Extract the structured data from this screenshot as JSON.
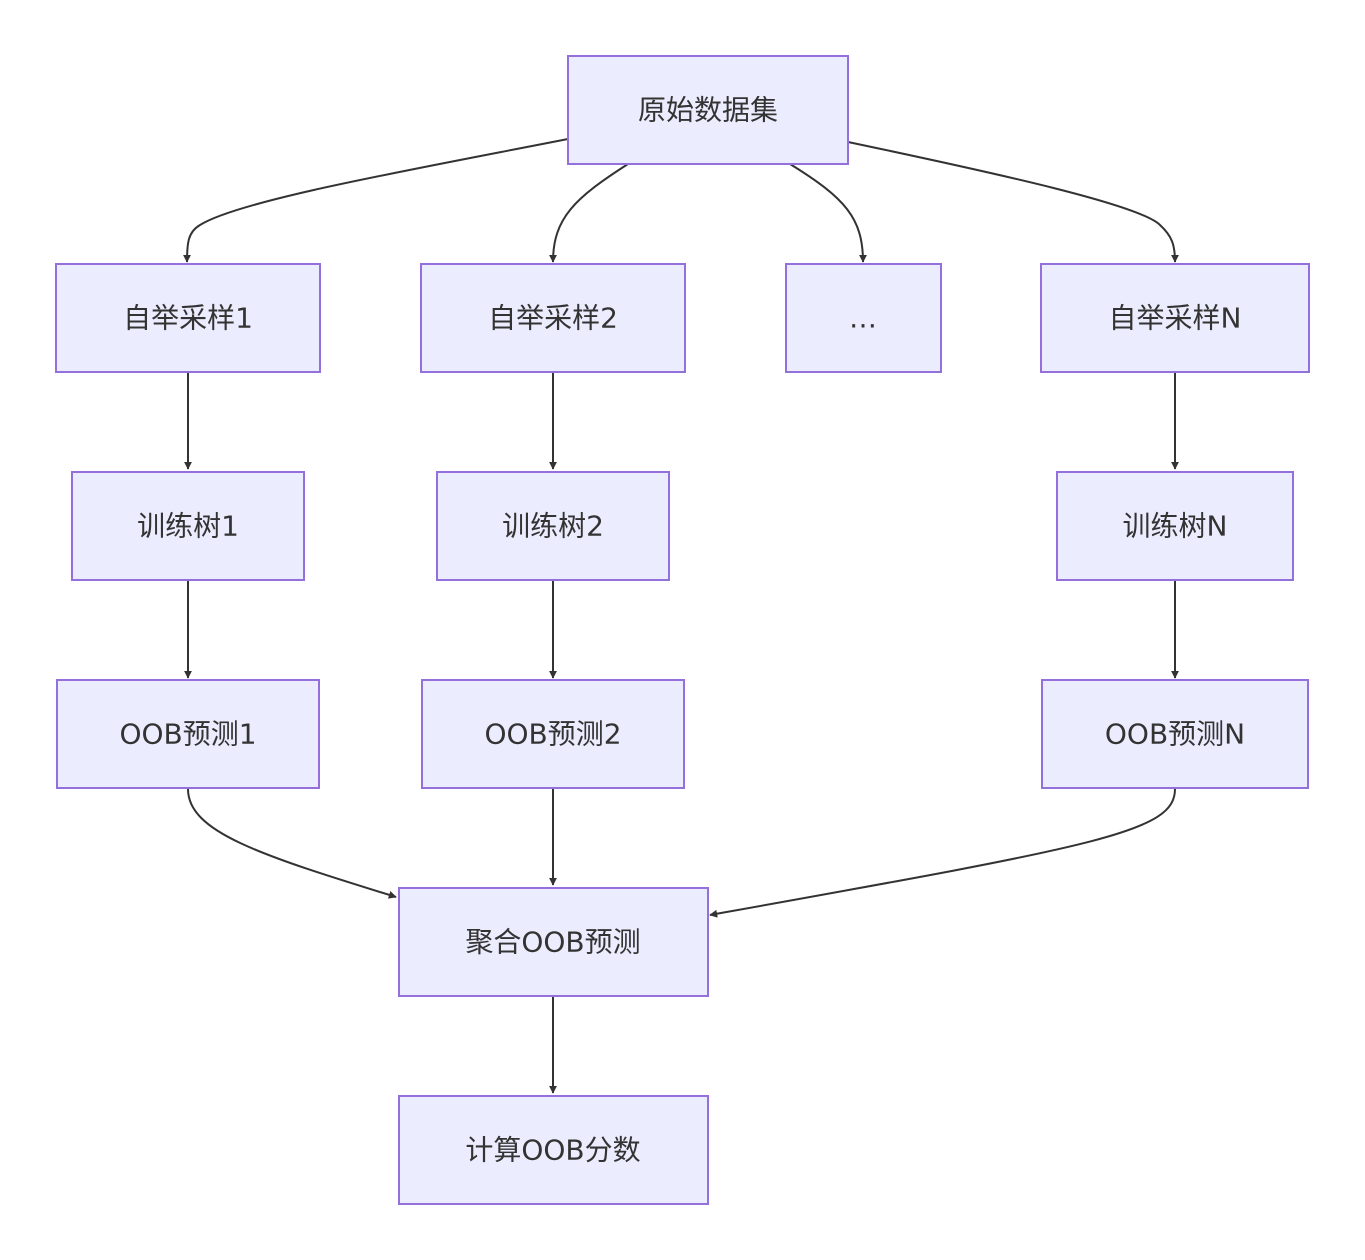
{
  "diagram": {
    "nodes": {
      "raw_dataset": "原始数据集",
      "bootstrap_1": "自举采样1",
      "bootstrap_2": "自举采样2",
      "bootstrap_ellipsis": "…",
      "bootstrap_n": "自举采样N",
      "train_tree_1": "训练树1",
      "train_tree_2": "训练树2",
      "train_tree_n": "训练树N",
      "oob_predict_1": "OOB预测1",
      "oob_predict_2": "OOB预测2",
      "oob_predict_n": "OOB预测N",
      "aggregate_oob": "聚合OOB预测",
      "compute_oob_score": "计算OOB分数"
    },
    "colors": {
      "node_fill": "#ececff",
      "node_border": "#9370db",
      "edge": "#333333",
      "text": "#333333"
    }
  }
}
